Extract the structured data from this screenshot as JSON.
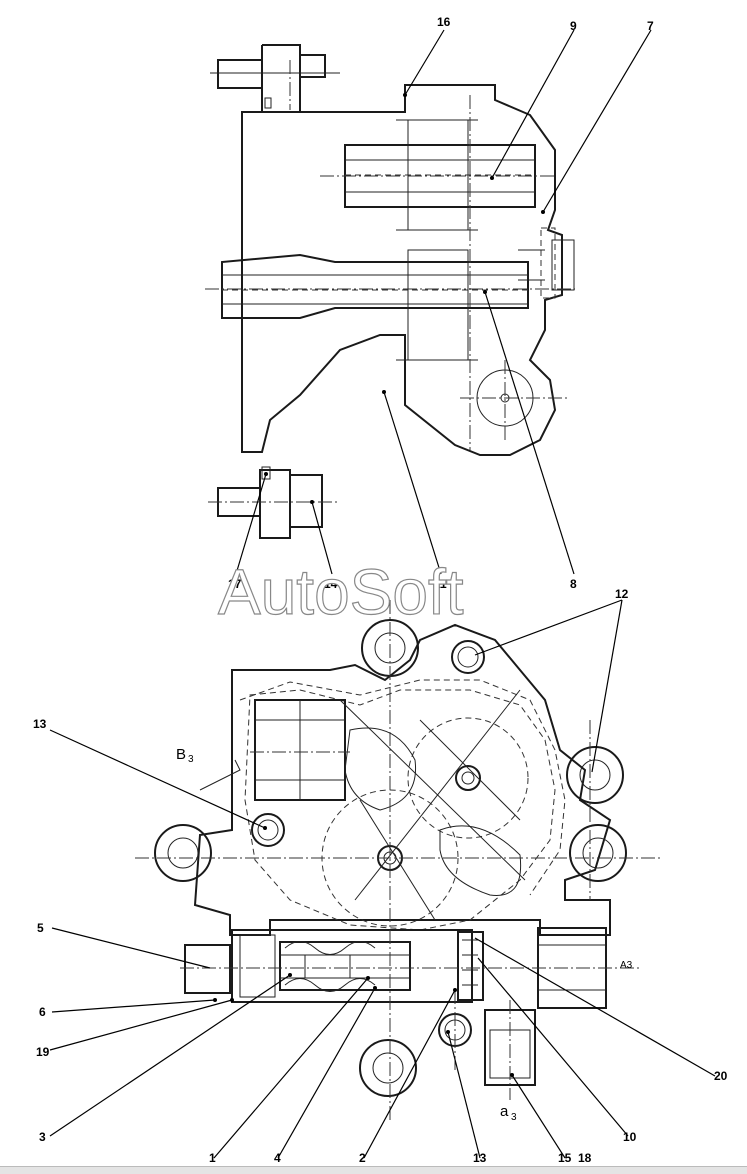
{
  "callouts": {
    "c1": "1",
    "c2": "2",
    "c3": "3",
    "c4": "4",
    "c5": "5",
    "c6": "6",
    "c7": "7",
    "c8": "8",
    "c9": "9",
    "c10": "10",
    "c11": "11",
    "c12": "12",
    "c13a": "13",
    "c13b": "13",
    "c14": "14",
    "c15": "15",
    "c16": "16",
    "c17": "17",
    "c18": "18",
    "c19": "19",
    "c20": "20"
  },
  "ports": {
    "b3": "B",
    "b3_sub": "3",
    "a3": "A3",
    "a3_small": "a",
    "a3_small_sub": "3"
  },
  "watermark": "AutoSoft"
}
